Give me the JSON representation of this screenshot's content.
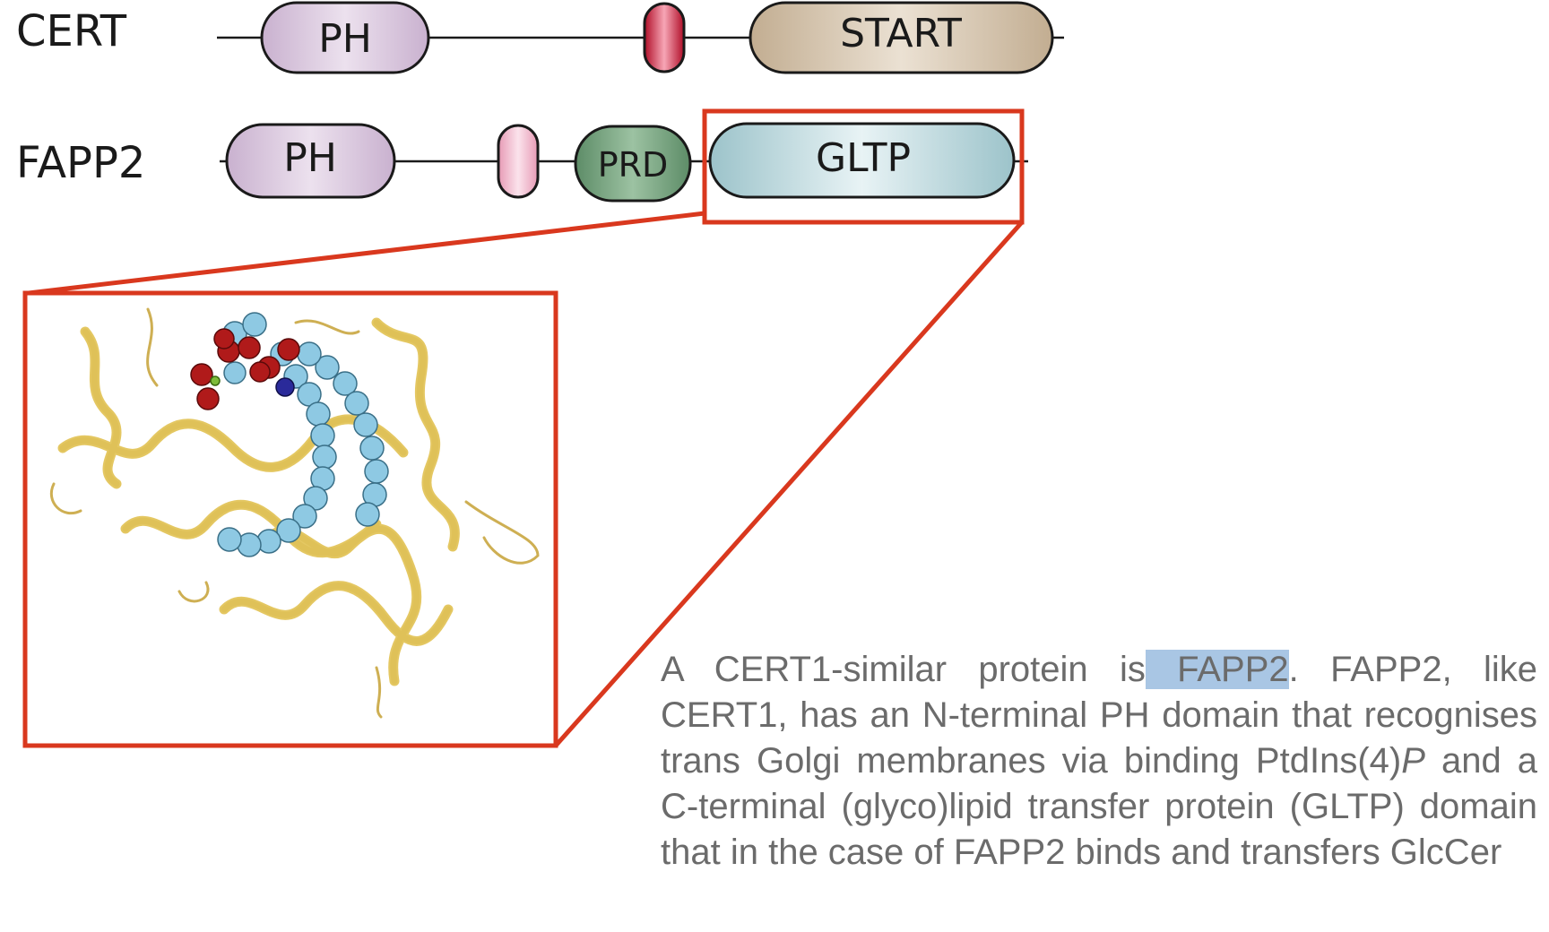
{
  "proteins": {
    "cert": {
      "name": "CERT",
      "domains": {
        "ph": "PH",
        "start": "START"
      }
    },
    "fapp2": {
      "name": "FAPP2",
      "domains": {
        "ph": "PH",
        "prd": "PRD",
        "gltp": "GLTP"
      }
    }
  },
  "colors": {
    "ph_domain": "#dccbe0",
    "start_domain": "#d5c5ae",
    "ffat_motif": "#c8102e",
    "ffat_motif_light": "#f3b6cb",
    "prd_domain": "#6f9c78",
    "gltp_domain": "#bcd8de",
    "zoom_box": "#d9381e",
    "helix": "#e3c55a",
    "ligand_carbon": "#8ec9e3",
    "ligand_oxygen": "#b01a1a",
    "ligand_nitrogen": "#2a2a9a",
    "caption_text": "#6b6b6b",
    "caption_highlight": "#a9c6e4"
  },
  "structure_image": {
    "icon": "protein-structure-ribbon"
  },
  "caption": {
    "part1": "A CERT1-similar protein is",
    "highlight": " FAPP2",
    "part2": ". FAPP2, like CERT1, has an N-terminal PH domain that recognises trans Golgi membranes via binding PtdIns(4)",
    "italic": "P",
    "part3": "  and a C-terminal (glyco)lipid transfer protein (GLTP) domain that in the case of FAPP2 binds and transfers GlcCer"
  }
}
